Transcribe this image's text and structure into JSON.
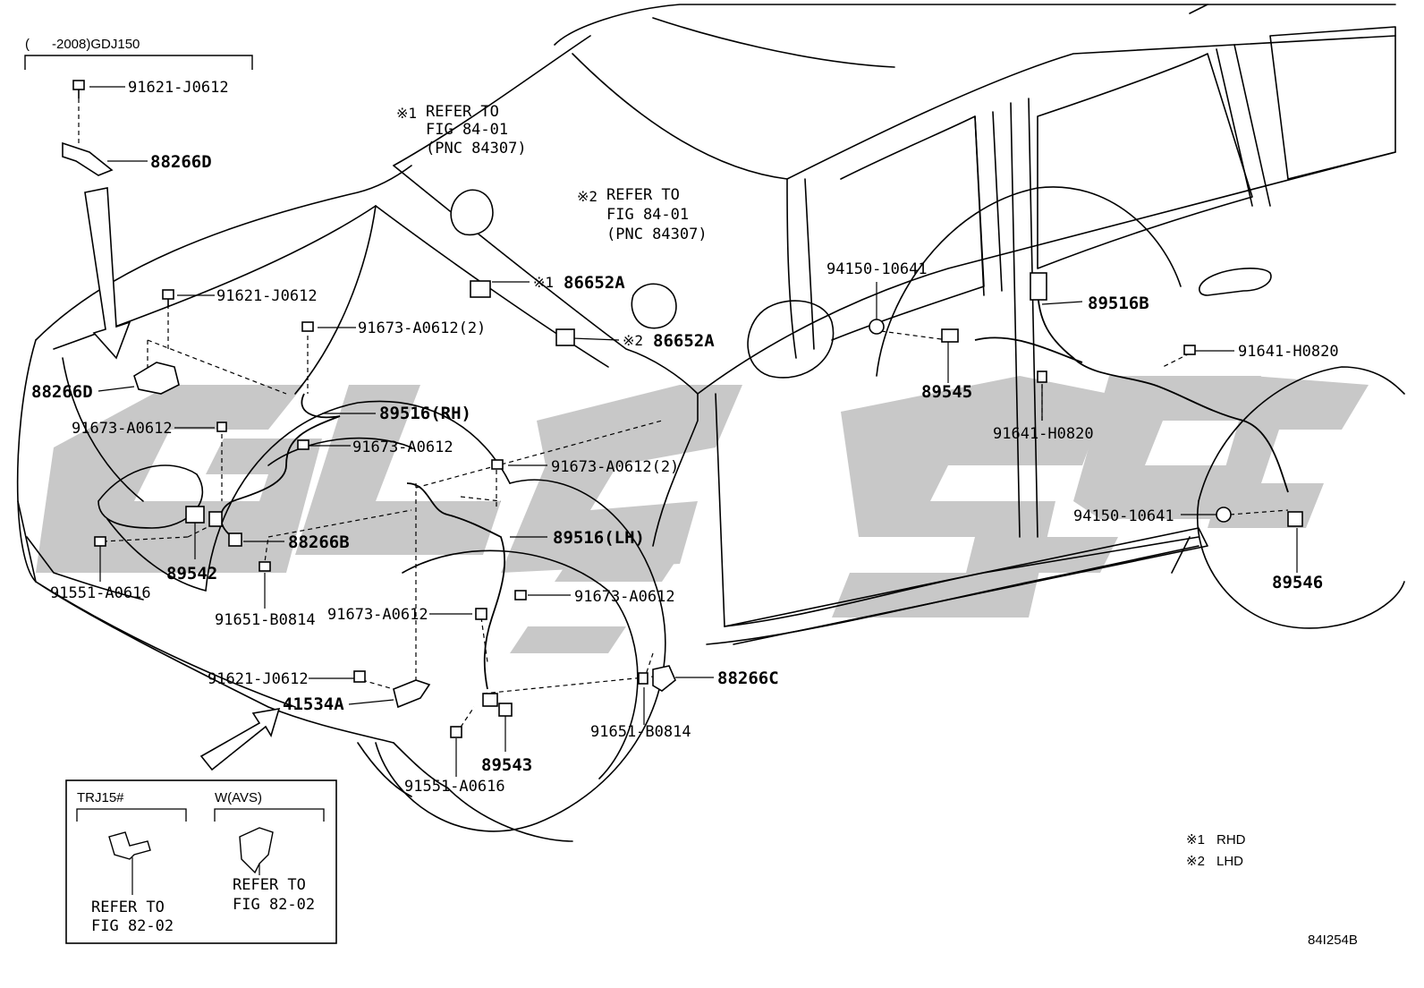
{
  "watermark": {
    "text": "GLC",
    "color": "#c8c8c8"
  },
  "header_note": "(      -2008)GDJ150",
  "refer_notes": [
    {
      "mark": "※1",
      "lines": [
        "REFER TO",
        "FIG 84-01",
        "(PNC 84307)"
      ]
    },
    {
      "mark": "※2",
      "lines": [
        "REFER TO",
        "FIG 84-01",
        "(PNC 84307)"
      ]
    }
  ],
  "part_labels": {
    "p91621_top": "91621-J0612",
    "p88266D_top": "88266D",
    "p91621_mid": "91621-J0612",
    "p91673_2_top": "91673-A0612(2)",
    "p88266D_left": "88266D",
    "p89516RH": "89516(RH)",
    "p91673_left": "91673-A0612",
    "p91673_mid": "91673-A0612",
    "p88266B": "88266B",
    "p89542": "89542",
    "p91551_left": "91551-A0616",
    "p91651_left": "91651-B0814",
    "p91621_low": "91621-J0612",
    "p41534A": "41534A",
    "p86652A_1": "86652A",
    "p86652A_2": "86652A",
    "p91673_2_mid": "91673-A0612(2)",
    "p89516LH": "89516(LH)",
    "p91673_right": "91673-A0612",
    "p91673_low": "91673-A0612",
    "p88266C": "88266C",
    "p91651_right": "91651-B0814",
    "p89543": "89543",
    "p91551_low": "91551-A0616",
    "p94150_top": "94150-10641",
    "p89516B": "89516B",
    "p89545": "89545",
    "p91641_low": "91641-H0820",
    "p91641_right": "91641-H0820",
    "p94150_low": "94150-10641",
    "p89546": "89546"
  },
  "inset": {
    "left_variant": "TRJ15#",
    "right_variant": "W(AVS)",
    "left_refer": [
      "REFER TO",
      "FIG 82-02"
    ],
    "right_refer": [
      "REFER TO",
      "FIG 82-02"
    ]
  },
  "legend": [
    {
      "mark": "※1",
      "text": "RHD"
    },
    {
      "mark": "※2",
      "text": "LHD"
    }
  ],
  "diagram_code": "84I254B"
}
